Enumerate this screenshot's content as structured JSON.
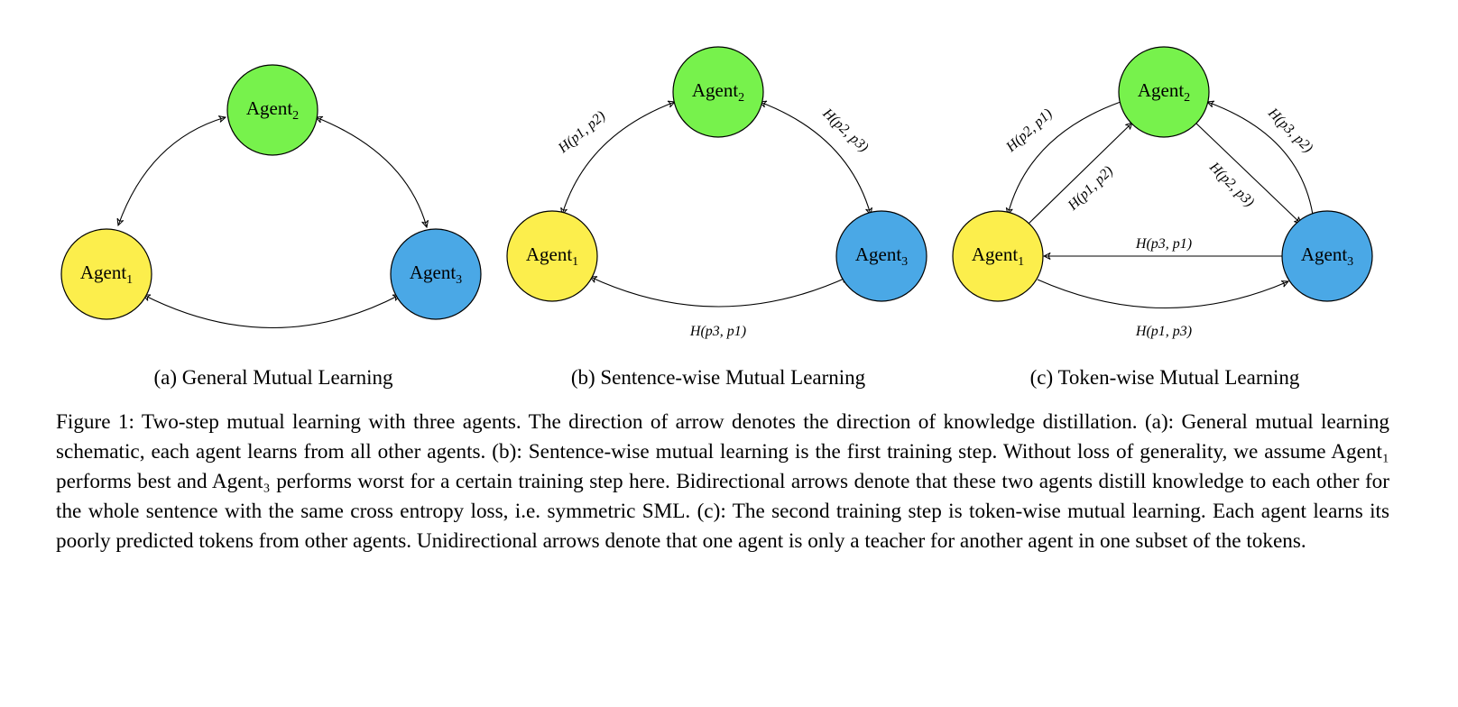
{
  "agents": {
    "agent1": {
      "name": "Agent",
      "index": "1",
      "color": "#fcee4c"
    },
    "agent2": {
      "name": "Agent",
      "index": "2",
      "color": "#77f24c"
    },
    "agent3": {
      "name": "Agent",
      "index": "3",
      "color": "#4aa8e6"
    }
  },
  "edge_labels": {
    "b_12": "H(p1, p2)",
    "b_23": "H(p2, p3)",
    "b_31": "H(p3, p1)",
    "c_21": "H(p2, p1)",
    "c_12": "H(p1, p2)",
    "c_32": "H(p3, p2)",
    "c_23": "H(p2, p3)",
    "c_31": "H(p3, p1)",
    "c_13": "H(p1, p3)"
  },
  "subcaptions": {
    "a": "(a) General Mutual Learning",
    "b": "(b) Sentence-wise Mutual Learning",
    "c": "(c) Token-wise Mutual Learning"
  },
  "caption": {
    "line1": "Figure 1: Two-step mutual learning with three agents. The direction of arrow denotes the direction of knowledge",
    "line2": "distillation. (a): General mutual learning schematic, each agent learns from all other agents. (b): Sentence-wise",
    "line3": "mutual learning is the first training step. Without loss of generality, we assume Agent₁ performs best and Agent₃",
    "line4": "performs worst for a certain training step here. Bidirectional arrows denote that these two agents distill knowledge",
    "line5": "to each other for the whole sentence with the same cross entropy loss, i.e. symmetric SML. (c): The second training",
    "line6": "step is token-wise mutual learning. Each agent learns its poorly predicted tokens from other agents. Unidirectional",
    "line7": "arrows denote that one agent is only a teacher for another agent in one subset of the tokens."
  }
}
